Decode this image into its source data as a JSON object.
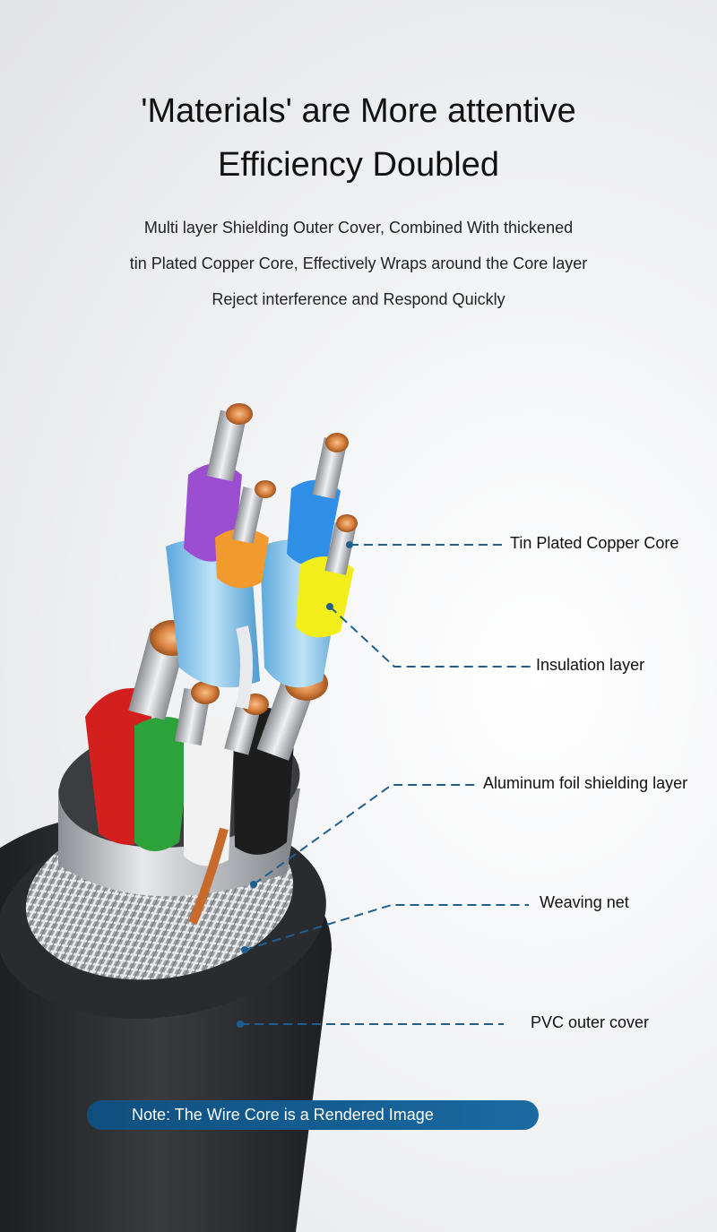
{
  "header": {
    "title_line1": "'Materials' are More attentive",
    "title_line2": "Efficiency Doubled"
  },
  "description": {
    "line1": "Multi layer Shielding Outer Cover, Combined With thickened",
    "line2": "tin Plated Copper Core, Effectively Wraps around the Core layer",
    "line3": "Reject interference and Respond Quickly"
  },
  "callouts": {
    "copper_core": "Tin Plated Copper Core",
    "insulation": "Insulation layer",
    "foil": "Aluminum foil shielding layer",
    "weaving": "Weaving net",
    "pvc": "PVC outer cover"
  },
  "note": "Note: The Wire Core is a Rendered Image",
  "colors": {
    "leader_line": "#1f5f8f",
    "note_bg": "#165e93",
    "wire_purple": "#9b4fd0",
    "wire_orange": "#f39a2e",
    "wire_blue": "#2f8fe6",
    "wire_yellow": "#f2ee1c",
    "wire_red": "#d41f1f",
    "wire_green": "#2ea23a",
    "wire_white": "#f2f2f2",
    "wire_black": "#1d1d1d",
    "jacket": "#2a2b2e"
  }
}
